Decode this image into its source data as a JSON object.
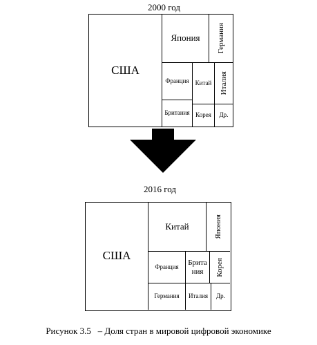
{
  "top_chart": {
    "title": "2000 год",
    "cells": {
      "usa": "США",
      "japan": "Япония",
      "germany": "Германия",
      "france": "Франция",
      "china": "Китай",
      "italy": "Италия",
      "britain": "Британия",
      "korea": "Корея",
      "other": "Др."
    }
  },
  "bottom_chart": {
    "title": "2016 год",
    "cells": {
      "usa": "США",
      "china": "Китай",
      "japan": "Япония",
      "france": "Франция",
      "britain_line1": "Брита",
      "britain_line2": "ния",
      "korea": "Корея",
      "germany": "Германия",
      "italy": "Италия",
      "other": "Др."
    }
  },
  "caption": "Рисунок 3.5   – Доля стран в мировой цифровой экономике"
}
